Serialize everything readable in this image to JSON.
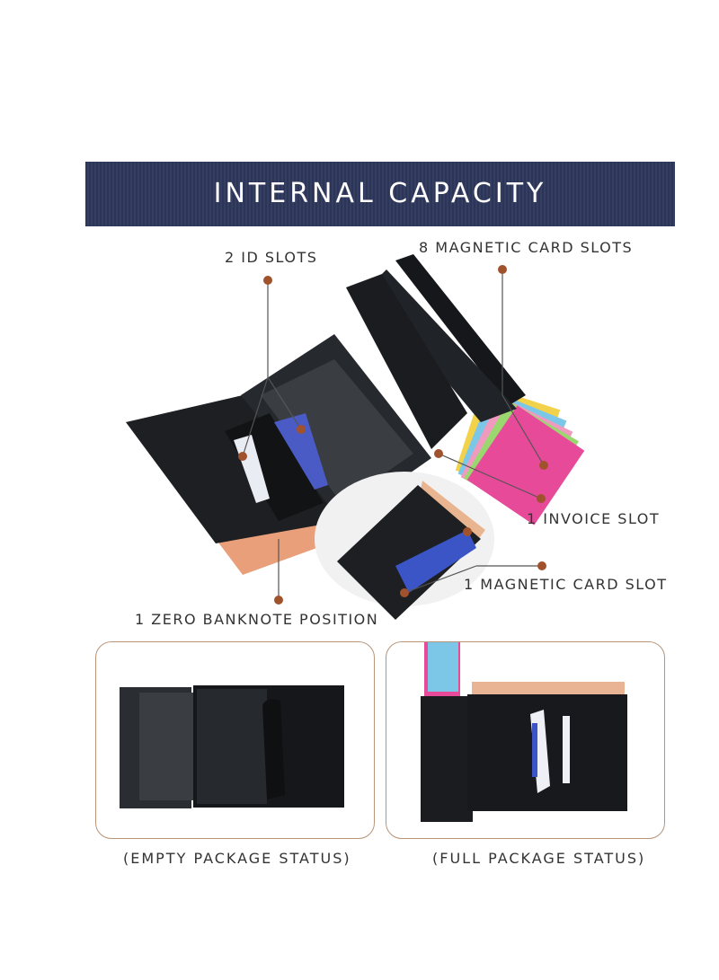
{
  "banner": {
    "title": "INTERNAL CAPACITY",
    "color": "#2c3556"
  },
  "labels": {
    "id_slots": "2 ID SLOTS",
    "magnetic_card_slots": "8 MAGNETIC CARD SLOTS",
    "invoice_slot": "1 INVOICE SLOT",
    "single_magnetic_card_slot": "1 MAGNETIC CARD SLOT",
    "banknote_position": "1 ZERO BANKNOTE POSITION"
  },
  "panels": {
    "empty_caption": "(EMPTY PACKAGE STATUS)",
    "full_caption": "(FULL PACKAGE STATUS)"
  },
  "colors": {
    "callout_dot": "#a0522d",
    "panel_border": "#b89478",
    "leather": "#1b1d20"
  }
}
